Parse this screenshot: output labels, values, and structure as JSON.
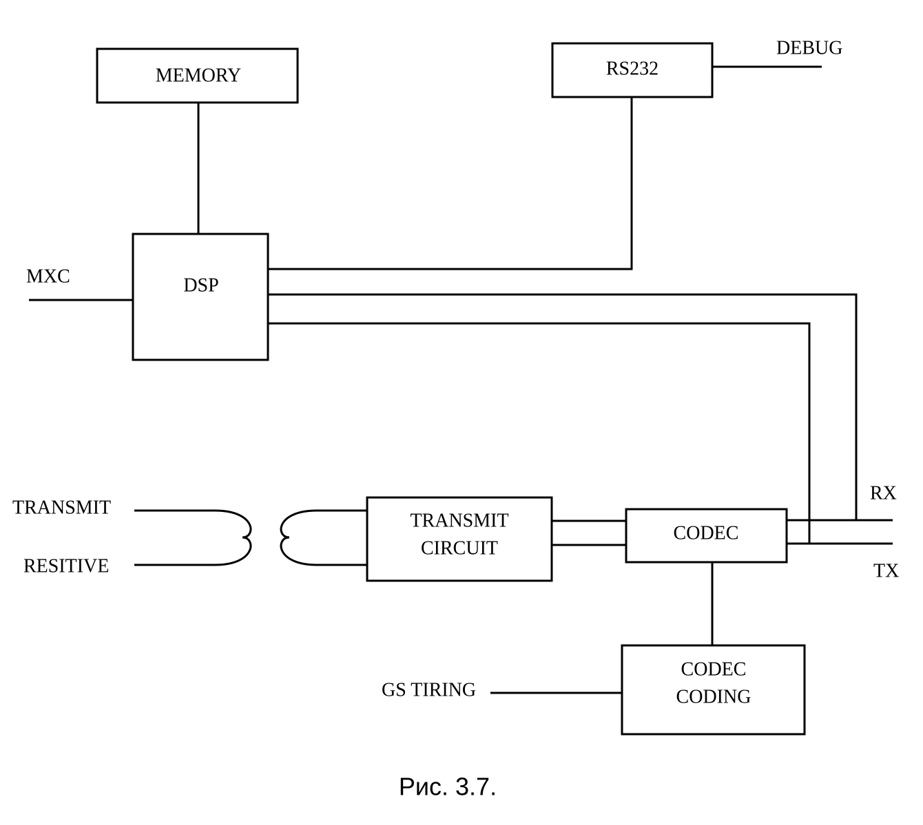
{
  "blocks": {
    "memory": "MEMORY",
    "rs232": "RS232",
    "dsp": "DSP",
    "transmit_circuit": [
      "TRANSMIT",
      "CIRCUIT"
    ],
    "codec": "CODEC",
    "codec_coding": [
      "CODEC",
      "CODING"
    ]
  },
  "signals": {
    "debug": "DEBUG",
    "mxc": "MXC",
    "transmit": "TRANSMIT",
    "resitive": "RESITIVE",
    "rx": "RX",
    "tx": "TX",
    "gs_tiring": "GS TIRING"
  },
  "caption": "Рис. 3.7."
}
